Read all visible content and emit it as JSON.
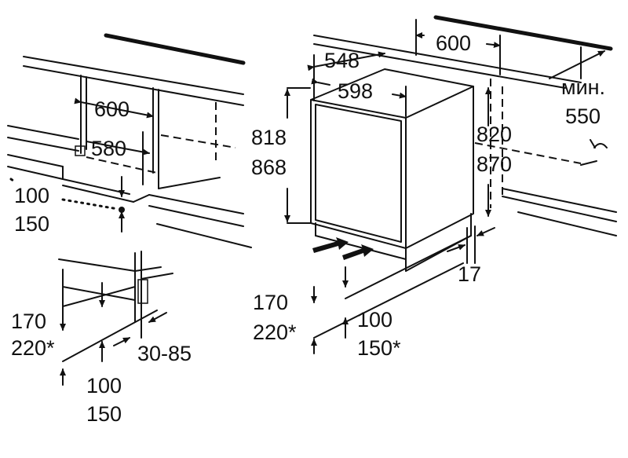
{
  "labels": {
    "left_width_600": "600",
    "left_width_580": "580",
    "left_offset_100": "100",
    "left_offset_150": "150",
    "plinth_170": "170",
    "plinth_220": "220*",
    "plinth_range": "30-85",
    "plinth_100": "100",
    "plinth_150": "150",
    "top_600": "600",
    "depth_548": "548",
    "width_598": "598",
    "height_818": "818",
    "height_868": "868",
    "niche_820": "820",
    "niche_870": "870",
    "min_label": "мин.",
    "min_550": "550",
    "side_17": "17",
    "front_170": "170",
    "front_220": "220*",
    "front_100": "100",
    "front_150": "150*"
  }
}
